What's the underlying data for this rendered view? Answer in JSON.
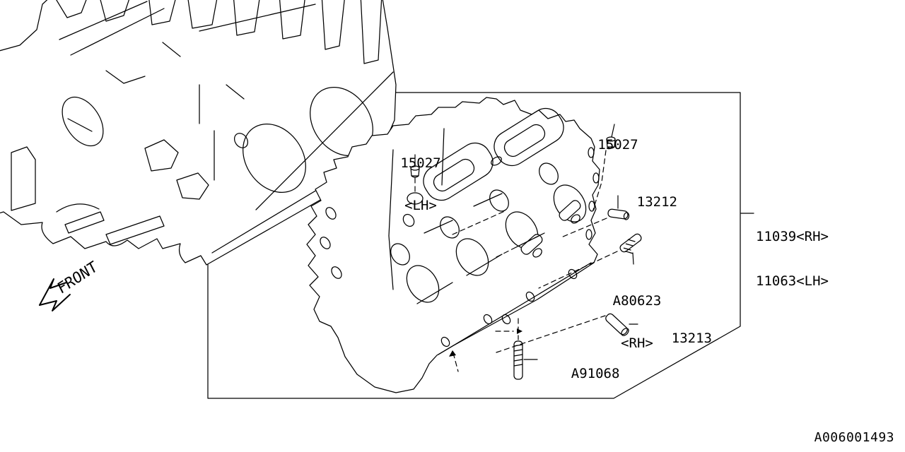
{
  "diagram": {
    "title_hint": "cylinder head parts diagram",
    "front_label": "FRONT",
    "diagram_id": "A006001493",
    "colors": {
      "line": "#000000",
      "background": "#ffffff"
    },
    "callouts": {
      "plug_lh": {
        "line1": "15027",
        "line2": "<LH>"
      },
      "plug_rh": {
        "line1": "15027"
      },
      "pin_13212": {
        "line1": "13212"
      },
      "head_assembly": {
        "line1": "11039<RH>",
        "line2": "11063<LH>"
      },
      "stud_a80623": {
        "line1": "A80623",
        "line2": "<RH>"
      },
      "pin_13213": {
        "line1": "13213"
      },
      "stud_a91068": {
        "line1": "A91068"
      }
    }
  }
}
